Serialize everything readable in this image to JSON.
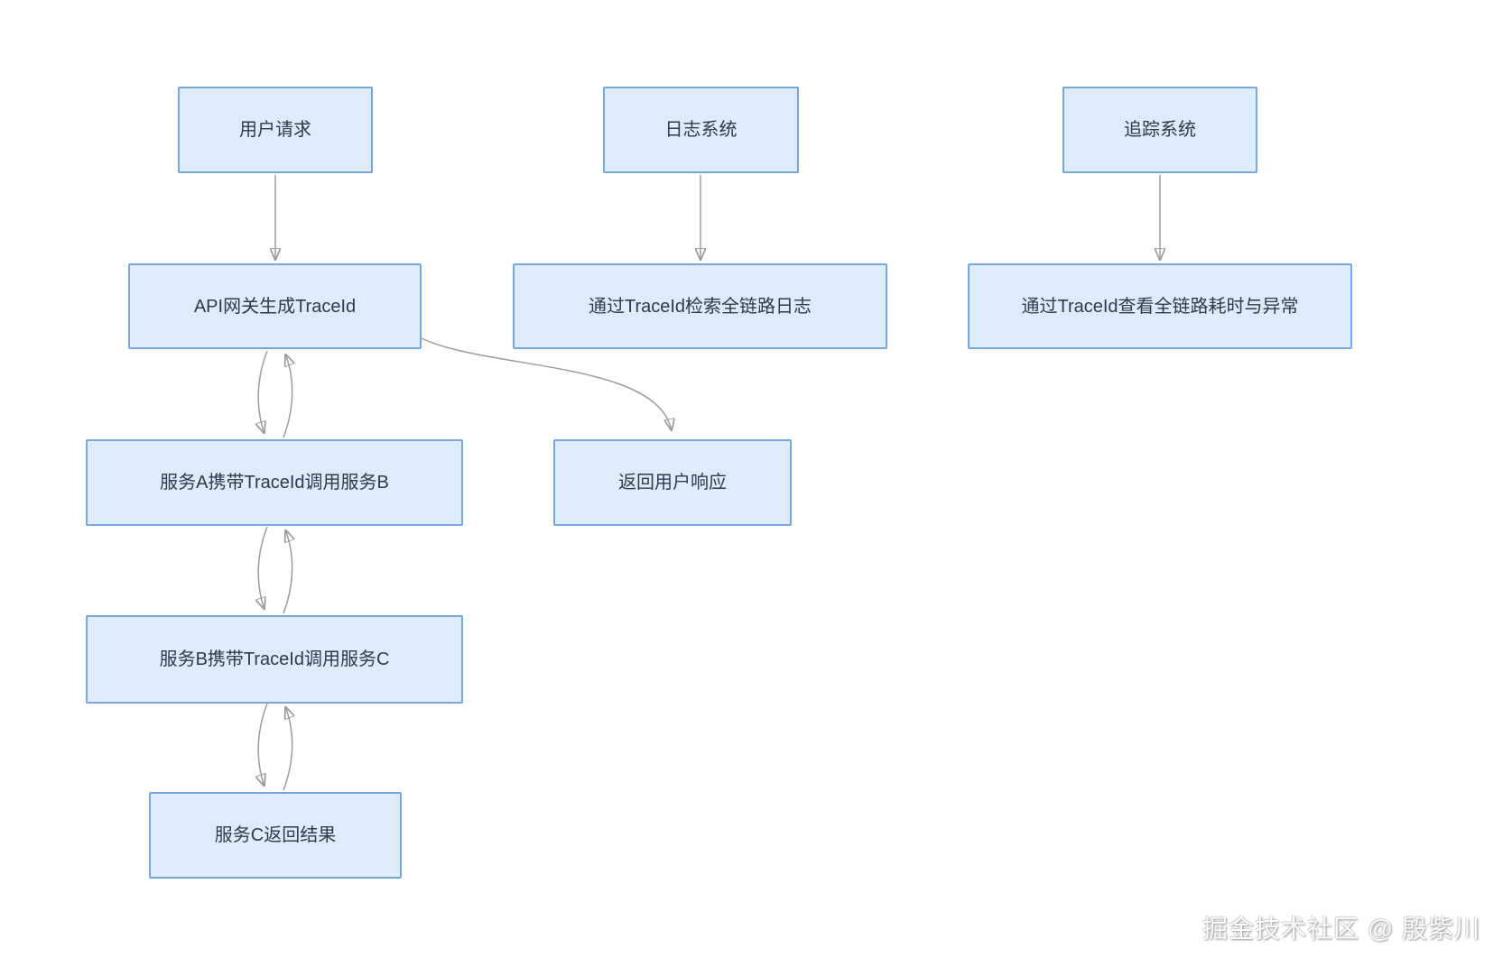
{
  "diagram": {
    "title_hint": "TraceId full-link tracing flow",
    "colors": {
      "node_fill": "#dcecfa",
      "node_border": "#7aa7d9",
      "node_text": "#2f3a4a",
      "arrow": "#9c9c9c",
      "arrowhead_fill": "#a9a9a9",
      "background": "#ffffff"
    },
    "nodes": [
      {
        "id": "user-request",
        "label": "用户请求"
      },
      {
        "id": "log-system",
        "label": "日志系统"
      },
      {
        "id": "trace-system",
        "label": "追踪系统"
      },
      {
        "id": "api-gateway",
        "label": "API网关生成TraceId"
      },
      {
        "id": "search-logs",
        "label": "通过TraceId检索全链路日志"
      },
      {
        "id": "view-latency",
        "label": "通过TraceId查看全链路耗时与异常"
      },
      {
        "id": "service-a",
        "label": "服务A携带TraceId调用服务B"
      },
      {
        "id": "return-response",
        "label": "返回用户响应"
      },
      {
        "id": "service-b",
        "label": "服务B携带TraceId调用服务C"
      },
      {
        "id": "service-c",
        "label": "服务C返回结果"
      }
    ],
    "edges": [
      {
        "from": "user-request",
        "to": "api-gateway",
        "style": "straight"
      },
      {
        "from": "log-system",
        "to": "search-logs",
        "style": "straight"
      },
      {
        "from": "trace-system",
        "to": "view-latency",
        "style": "straight"
      },
      {
        "from": "api-gateway",
        "to": "service-a",
        "style": "curved",
        "bidirectional": true
      },
      {
        "from": "api-gateway",
        "to": "return-response",
        "style": "curved"
      },
      {
        "from": "service-a",
        "to": "service-b",
        "style": "curved",
        "bidirectional": true
      },
      {
        "from": "service-b",
        "to": "service-c",
        "style": "curved",
        "bidirectional": true
      }
    ]
  },
  "watermark": {
    "text": "掘金技术社区 @ 殷紫川"
  }
}
